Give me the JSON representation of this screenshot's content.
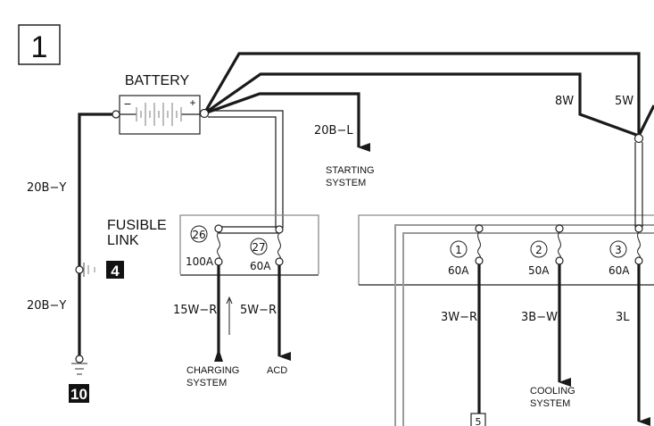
{
  "diagram": {
    "section_number": "1",
    "battery": {
      "label": "BATTERY",
      "minus": "−",
      "plus": "+"
    },
    "fusible_link": {
      "label_line1": "FUSIBLE",
      "label_line2": "LINK",
      "fuses": [
        {
          "number": "26",
          "rating": "100A"
        },
        {
          "number": "27",
          "rating": "60A"
        }
      ]
    },
    "fuse_box_right": {
      "fuses": [
        {
          "number": "1",
          "rating": "60A"
        },
        {
          "number": "2",
          "rating": "50A"
        },
        {
          "number": "3",
          "rating": "60A"
        }
      ]
    },
    "wires": {
      "ground_upper": "20B−Y",
      "ground_lower": "20B−Y",
      "starting": "20B−L",
      "charging": "15W−R",
      "acd": "5W−R",
      "w8": "8W",
      "w5": "5W",
      "fuse1_out": "3W−R",
      "fuse2_out": "3B−W",
      "fuse3_out": "3L"
    },
    "destinations": {
      "starting_line1": "STARTING",
      "starting_line2": "SYSTEM",
      "charging_line1": "CHARGING",
      "charging_line2": "SYSTEM",
      "acd": "ACD",
      "cooling_line1": "COOLING",
      "cooling_line2": "SYSTEM"
    },
    "connector_refs": {
      "ground_connector": "4",
      "ground_point": "10",
      "fuse1_connector": "5"
    }
  }
}
